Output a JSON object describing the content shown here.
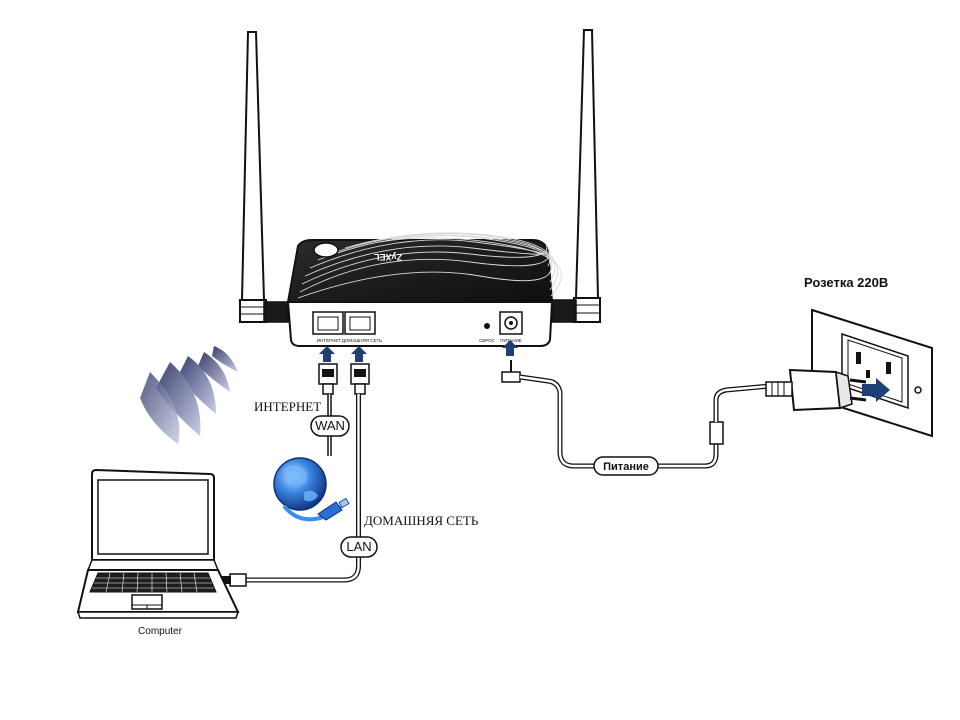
{
  "labels": {
    "outlet": "Розетка 220В",
    "internet": "ИНТЕРНЕТ",
    "wan": "WAN",
    "home_network": "ДОМАШНЯЯ СЕТЬ",
    "lan": "LAN",
    "power": "Питание",
    "computer": "Computer"
  },
  "router": {
    "brand": "ZyXEL",
    "port_internet": "ИНТЕРНЕТ",
    "port_home": "ДОМАШНЯЯ СЕТЬ",
    "reset": "СБРОС",
    "power_port": "ПИТАНИЕ"
  },
  "colors": {
    "ink": "#111111",
    "arrow_blue": "#1e3f73",
    "globe_blue": "#2a6fd6",
    "wifi_blue": "#7f86b8"
  }
}
